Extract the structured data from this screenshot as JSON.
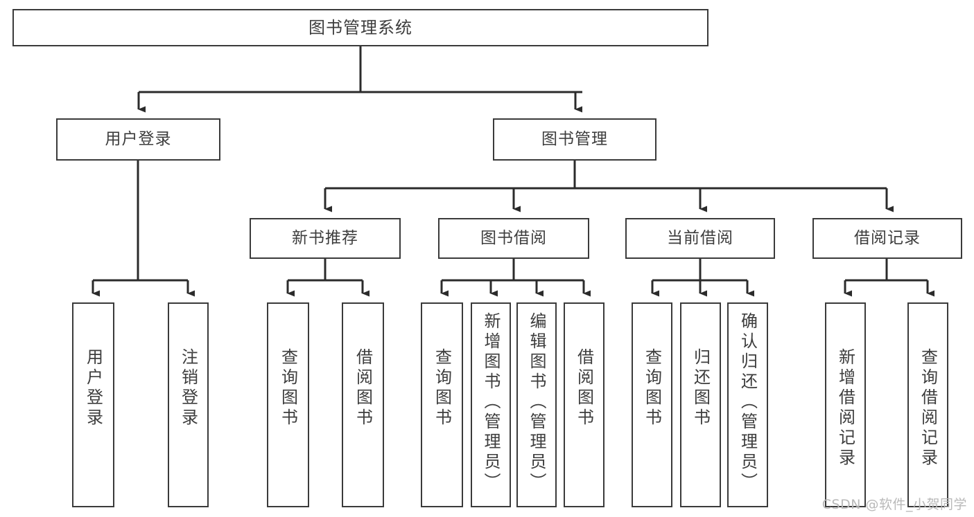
{
  "diagram": {
    "title": "图书管理系统",
    "type": "tree-hierarchy-chart",
    "watermark": "CSDN @软件_小贺同学",
    "colors": {
      "box_border": "#3a3a3a",
      "box_fill": "#ffffff",
      "edge": "#2b2b2b",
      "text": "#3d3d3d",
      "watermark": "#b9b9b9",
      "background": "#ffffff"
    },
    "levels": {
      "root": {
        "label": "图书管理系统"
      },
      "level2": [
        {
          "label": "用户登录"
        },
        {
          "label": "图书管理"
        }
      ],
      "level3": [
        {
          "label": "新书推荐"
        },
        {
          "label": "图书借阅"
        },
        {
          "label": "当前借阅"
        },
        {
          "label": "借阅记录"
        }
      ],
      "leaves": {
        "user_login": [
          {
            "label": "用户登录"
          },
          {
            "label": "注销登录"
          }
        ],
        "new_book_recommend": [
          {
            "label": "查询图书"
          },
          {
            "label": "借阅图书"
          }
        ],
        "book_borrow": [
          {
            "label": "查询图书"
          },
          {
            "label": "新增图书（管理员）"
          },
          {
            "label": "编辑图书（管理员）"
          },
          {
            "label": "借阅图书"
          }
        ],
        "current_borrow": [
          {
            "label": "查询图书"
          },
          {
            "label": "归还图书"
          },
          {
            "label": "确认归还（管理员）"
          }
        ],
        "borrow_record": [
          {
            "label": "新增借阅记录"
          },
          {
            "label": "查询借阅记录"
          }
        ]
      }
    }
  }
}
